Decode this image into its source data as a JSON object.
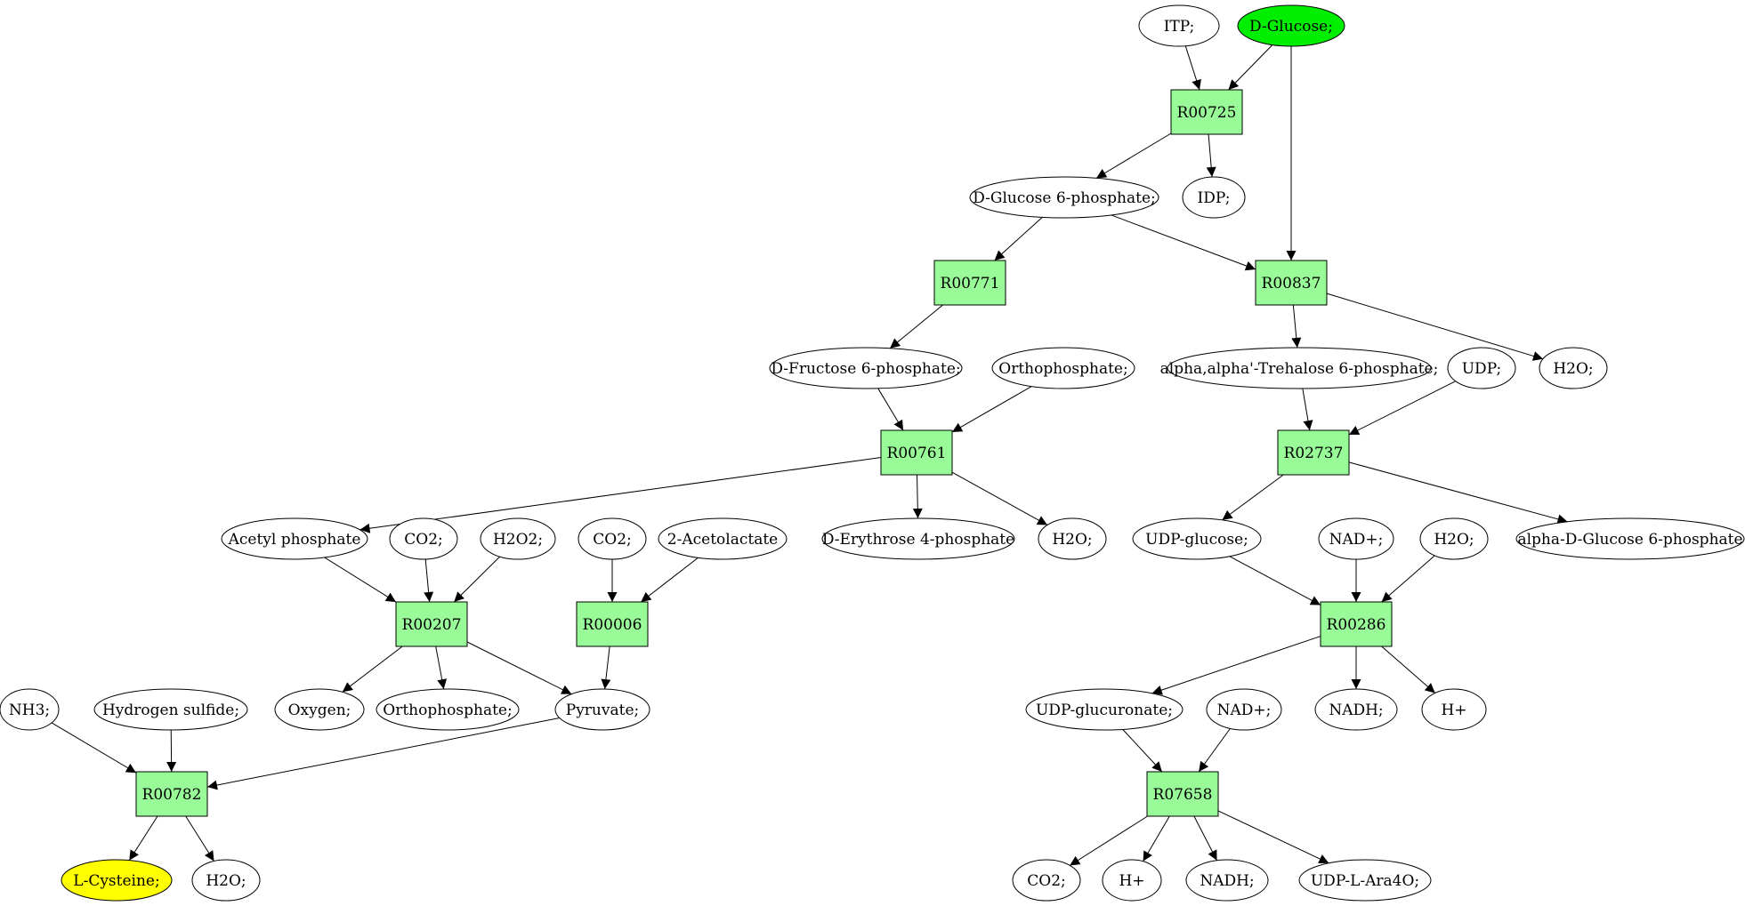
{
  "colors": {
    "reaction_fill": "#98fb98",
    "start_fill": "#00ee00",
    "target_fill": "#ffff00",
    "node_fill": "#ffffff",
    "stroke": "#000000"
  },
  "nodes": [
    {
      "id": "itp",
      "kind": "metabolite",
      "label": "ITP;"
    },
    {
      "id": "glc",
      "kind": "metabolite",
      "label": "D-Glucose;",
      "role": "start"
    },
    {
      "id": "r00725",
      "kind": "reaction",
      "label": "R00725"
    },
    {
      "id": "g6p",
      "kind": "metabolite",
      "label": "D-Glucose 6-phosphate;"
    },
    {
      "id": "idp",
      "kind": "metabolite",
      "label": "IDP;"
    },
    {
      "id": "r00771",
      "kind": "reaction",
      "label": "R00771"
    },
    {
      "id": "r00837",
      "kind": "reaction",
      "label": "R00837"
    },
    {
      "id": "f6p",
      "kind": "metabolite",
      "label": "D-Fructose 6-phosphate;"
    },
    {
      "id": "pi1",
      "kind": "metabolite",
      "label": "Orthophosphate;"
    },
    {
      "id": "t6p",
      "kind": "metabolite",
      "label": "alpha,alpha'-Trehalose 6-phosphate;"
    },
    {
      "id": "udp",
      "kind": "metabolite",
      "label": "UDP;"
    },
    {
      "id": "h2o1",
      "kind": "metabolite",
      "label": "H2O;"
    },
    {
      "id": "r00761",
      "kind": "reaction",
      "label": "R00761"
    },
    {
      "id": "r02737",
      "kind": "reaction",
      "label": "R02737"
    },
    {
      "id": "acp",
      "kind": "metabolite",
      "label": "Acetyl phosphate"
    },
    {
      "id": "co2a",
      "kind": "metabolite",
      "label": "CO2;"
    },
    {
      "id": "h2o2",
      "kind": "metabolite",
      "label": "H2O2;"
    },
    {
      "id": "co2b",
      "kind": "metabolite",
      "label": "CO2;"
    },
    {
      "id": "acl",
      "kind": "metabolite",
      "label": "2-Acetolactate"
    },
    {
      "id": "e4p",
      "kind": "metabolite",
      "label": "D-Erythrose 4-phosphate"
    },
    {
      "id": "h2o3",
      "kind": "metabolite",
      "label": "H2O;"
    },
    {
      "id": "udpg",
      "kind": "metabolite",
      "label": "UDP-glucose;"
    },
    {
      "id": "nad1",
      "kind": "metabolite",
      "label": "NAD+;"
    },
    {
      "id": "h2o4",
      "kind": "metabolite",
      "label": "H2O;"
    },
    {
      "id": "ag6p",
      "kind": "metabolite",
      "label": "alpha-D-Glucose 6-phosphate"
    },
    {
      "id": "r00207",
      "kind": "reaction",
      "label": "R00207"
    },
    {
      "id": "r00006",
      "kind": "reaction",
      "label": "R00006"
    },
    {
      "id": "r00286",
      "kind": "reaction",
      "label": "R00286"
    },
    {
      "id": "nh3",
      "kind": "metabolite",
      "label": "NH3;"
    },
    {
      "id": "h2s",
      "kind": "metabolite",
      "label": "Hydrogen sulfide;"
    },
    {
      "id": "oxy",
      "kind": "metabolite",
      "label": "Oxygen;"
    },
    {
      "id": "pi2",
      "kind": "metabolite",
      "label": "Orthophosphate;"
    },
    {
      "id": "pyr",
      "kind": "metabolite",
      "label": "Pyruvate;"
    },
    {
      "id": "udpga",
      "kind": "metabolite",
      "label": "UDP-glucuronate;"
    },
    {
      "id": "nad2",
      "kind": "metabolite",
      "label": "NAD+;"
    },
    {
      "id": "nadh1",
      "kind": "metabolite",
      "label": "NADH;"
    },
    {
      "id": "hp1",
      "kind": "metabolite",
      "label": "H+"
    },
    {
      "id": "r00782",
      "kind": "reaction",
      "label": "R00782"
    },
    {
      "id": "r07658",
      "kind": "reaction",
      "label": "R07658"
    },
    {
      "id": "cys",
      "kind": "metabolite",
      "label": "L-Cysteine;",
      "role": "target"
    },
    {
      "id": "h2o5",
      "kind": "metabolite",
      "label": "H2O;"
    },
    {
      "id": "co2c",
      "kind": "metabolite",
      "label": "CO2;"
    },
    {
      "id": "hp2",
      "kind": "metabolite",
      "label": "H+"
    },
    {
      "id": "nadh2",
      "kind": "metabolite",
      "label": "NADH;"
    },
    {
      "id": "udpara",
      "kind": "metabolite",
      "label": "UDP-L-Ara4O;"
    }
  ],
  "edges": [
    [
      "itp",
      "r00725"
    ],
    [
      "glc",
      "r00725"
    ],
    [
      "glc",
      "r00837"
    ],
    [
      "r00725",
      "g6p"
    ],
    [
      "r00725",
      "idp"
    ],
    [
      "g6p",
      "r00771"
    ],
    [
      "g6p",
      "r00837"
    ],
    [
      "r00771",
      "f6p"
    ],
    [
      "r00837",
      "t6p"
    ],
    [
      "r00837",
      "h2o1"
    ],
    [
      "f6p",
      "r00761"
    ],
    [
      "pi1",
      "r00761"
    ],
    [
      "t6p",
      "r02737"
    ],
    [
      "udp",
      "r02737"
    ],
    [
      "r00761",
      "acp"
    ],
    [
      "r00761",
      "e4p"
    ],
    [
      "r00761",
      "h2o3"
    ],
    [
      "r02737",
      "udpg"
    ],
    [
      "r02737",
      "ag6p"
    ],
    [
      "acp",
      "r00207"
    ],
    [
      "co2a",
      "r00207"
    ],
    [
      "h2o2",
      "r00207"
    ],
    [
      "co2b",
      "r00006"
    ],
    [
      "acl",
      "r00006"
    ],
    [
      "udpg",
      "r00286"
    ],
    [
      "nad1",
      "r00286"
    ],
    [
      "h2o4",
      "r00286"
    ],
    [
      "r00207",
      "oxy"
    ],
    [
      "r00207",
      "pi2"
    ],
    [
      "r00207",
      "pyr"
    ],
    [
      "r00006",
      "pyr"
    ],
    [
      "r00286",
      "udpga"
    ],
    [
      "r00286",
      "nadh1"
    ],
    [
      "r00286",
      "hp1"
    ],
    [
      "nh3",
      "r00782"
    ],
    [
      "h2s",
      "r00782"
    ],
    [
      "pyr",
      "r00782"
    ],
    [
      "udpga",
      "r07658"
    ],
    [
      "nad2",
      "r07658"
    ],
    [
      "r00782",
      "cys"
    ],
    [
      "r00782",
      "h2o5"
    ],
    [
      "r07658",
      "co2c"
    ],
    [
      "r07658",
      "hp2"
    ],
    [
      "r07658",
      "nadh2"
    ],
    [
      "r07658",
      "udpara"
    ]
  ]
}
